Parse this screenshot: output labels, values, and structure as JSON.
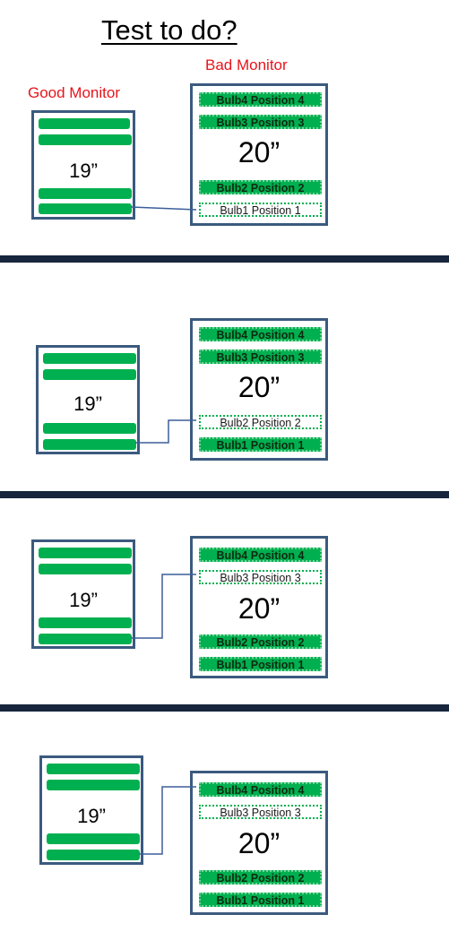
{
  "title": "Test to do?",
  "good_label": "Good Monitor",
  "bad_label": "Bad Monitor",
  "good_size": "19”",
  "bad_size": "20”",
  "colors": {
    "bulb_green": "#00b050",
    "frame": "#3b5a7e",
    "divider": "#17253d",
    "label_red": "#e8141c",
    "wire": "#3b5f99"
  },
  "panels": [
    {
      "bulbs": [
        {
          "label": "Bulb4 Position 4",
          "state": "on"
        },
        {
          "label": "Bulb3 Position 3",
          "state": "on"
        },
        {
          "label": "Bulb2 Position 2",
          "state": "on"
        },
        {
          "label": "Bulb1 Position 1",
          "state": "swapped"
        }
      ]
    },
    {
      "bulbs": [
        {
          "label": "Bulb4 Position 4",
          "state": "on"
        },
        {
          "label": "Bulb3 Position 3",
          "state": "on"
        },
        {
          "label": "Bulb2 Position 2",
          "state": "swapped"
        },
        {
          "label": "Bulb1 Position 1",
          "state": "on"
        }
      ]
    },
    {
      "bulbs": [
        {
          "label": "Bulb4 Position 4",
          "state": "on"
        },
        {
          "label": "Bulb3 Position 3",
          "state": "swapped"
        },
        {
          "label": "Bulb2 Position 2",
          "state": "on"
        },
        {
          "label": "Bulb1 Position 1",
          "state": "on"
        }
      ]
    },
    {
      "bulbs": [
        {
          "label": "Bulb4 Position 4",
          "state": "on"
        },
        {
          "label": "Bulb3 Position 3",
          "state": "swapped"
        },
        {
          "label": "Bulb2 Position 2",
          "state": "on"
        },
        {
          "label": "Bulb1 Position 1",
          "state": "on"
        }
      ]
    }
  ]
}
